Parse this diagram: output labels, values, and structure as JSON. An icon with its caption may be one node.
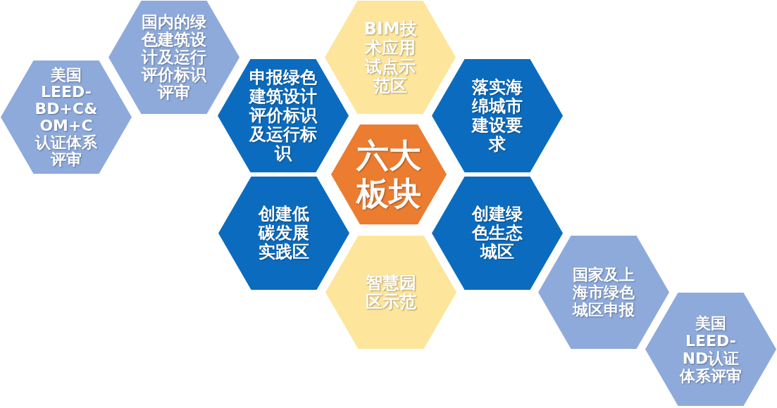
{
  "diagram": {
    "nodes": [
      {
        "text": [
          "国内的绿色建筑设计及运行评价标识评审"
        ]
      },
      {
        "text": [
          "BIM技术应用试点示范区"
        ]
      },
      {
        "text": [
          "美国LEED-BD+C&OM+C认证体系评审"
        ]
      },
      {
        "text": [
          "申报绿色建筑设计评价标识及运行标识"
        ]
      },
      {
        "text": [
          "落实海绵城市建设要求"
        ]
      },
      {
        "text": [
          "六大板块"
        ]
      },
      {
        "text": [
          "创建低碳发展实践区"
        ]
      },
      {
        "text": [
          "创建绿色生态城区"
        ]
      },
      {
        "text": [
          "智慧园区示范"
        ]
      },
      {
        "text": [
          "国家及上海市绿色城区申报"
        ]
      },
      {
        "text": [
          "美国LEED-ND认证体系评审"
        ]
      }
    ]
  }
}
